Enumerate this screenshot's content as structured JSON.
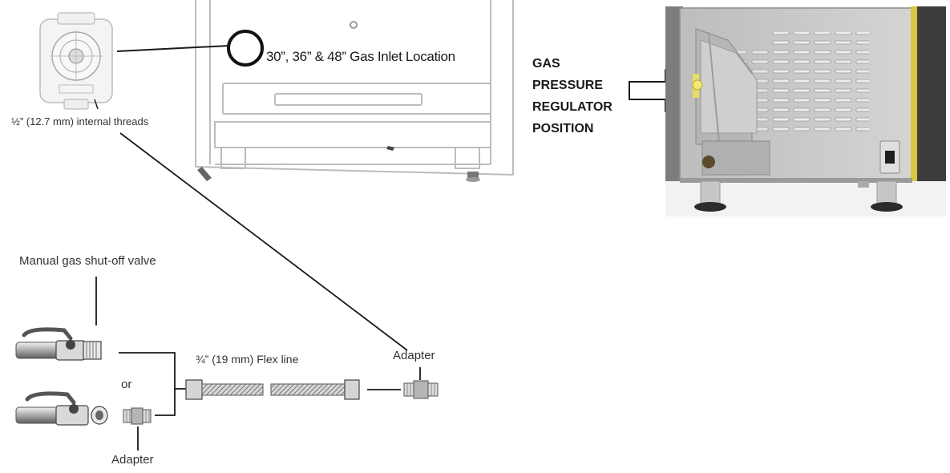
{
  "labels": {
    "inlet_location": "30”, 36” & 48” Gas Inlet Location",
    "internal_threads": "½” (12.7 mm) internal threads",
    "regulator": [
      "GAS",
      "PRESSURE",
      "REGULATOR",
      "POSITION"
    ],
    "shutoff_valve": "Manual gas shut-off valve",
    "or": "or",
    "flex_line": "¾” (19 mm) Flex line",
    "adapter_right": "Adapter",
    "adapter_bottom": "Adapter"
  },
  "colors": {
    "line": "#1a1a1a",
    "outline": "#b8b8b8",
    "panel": "#c9c9c9",
    "panel_dark": "#6a6a6a",
    "accent_yellow": "#d6c43a",
    "pipe": "#888888"
  },
  "icons": [
    "regulator-icon",
    "inlet-circle-icon",
    "arrow-right-icon",
    "ball-valve-icon",
    "flex-line-icon",
    "adapter-fitting-icon"
  ]
}
